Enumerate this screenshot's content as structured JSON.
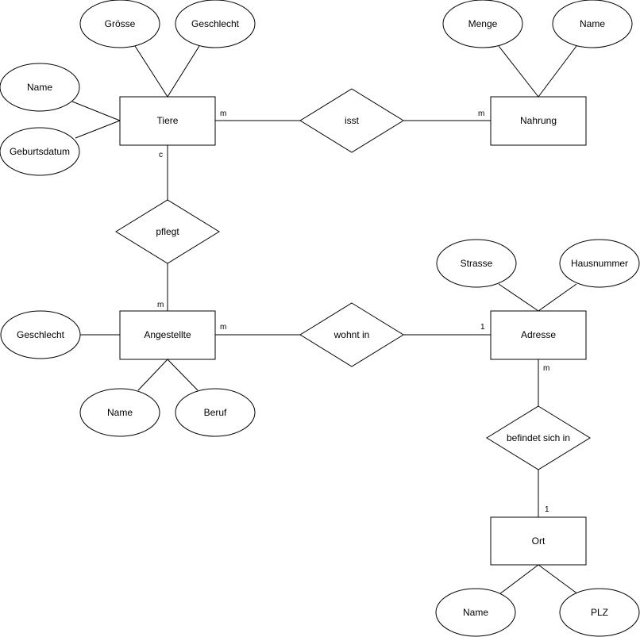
{
  "entities": {
    "tiere": "Tiere",
    "nahrung": "Nahrung",
    "angestellte": "Angestellte",
    "adresse": "Adresse",
    "ort": "Ort"
  },
  "relationships": {
    "isst": "isst",
    "pflegt": "pflegt",
    "wohnt_in": "wohnt in",
    "befindet_sich_in": "befindet sich in"
  },
  "attributes": {
    "tiere_groesse": "Grösse",
    "tiere_geschlecht": "Geschlecht",
    "tiere_name": "Name",
    "tiere_geburtsdatum": "Geburtsdatum",
    "nahrung_menge": "Menge",
    "nahrung_name": "Name",
    "angestellte_geschlecht": "Geschlecht",
    "angestellte_name": "Name",
    "angestellte_beruf": "Beruf",
    "adresse_strasse": "Strasse",
    "adresse_hausnummer": "Hausnummer",
    "ort_name": "Name",
    "ort_plz": "PLZ"
  },
  "cardinalities": {
    "tiere_isst": "m",
    "nahrung_isst": "m",
    "tiere_pflegt": "c",
    "angestellte_pflegt": "m",
    "angestellte_wohnt": "m",
    "adresse_wohnt": "1",
    "adresse_befindet": "m",
    "ort_befindet": "1"
  }
}
